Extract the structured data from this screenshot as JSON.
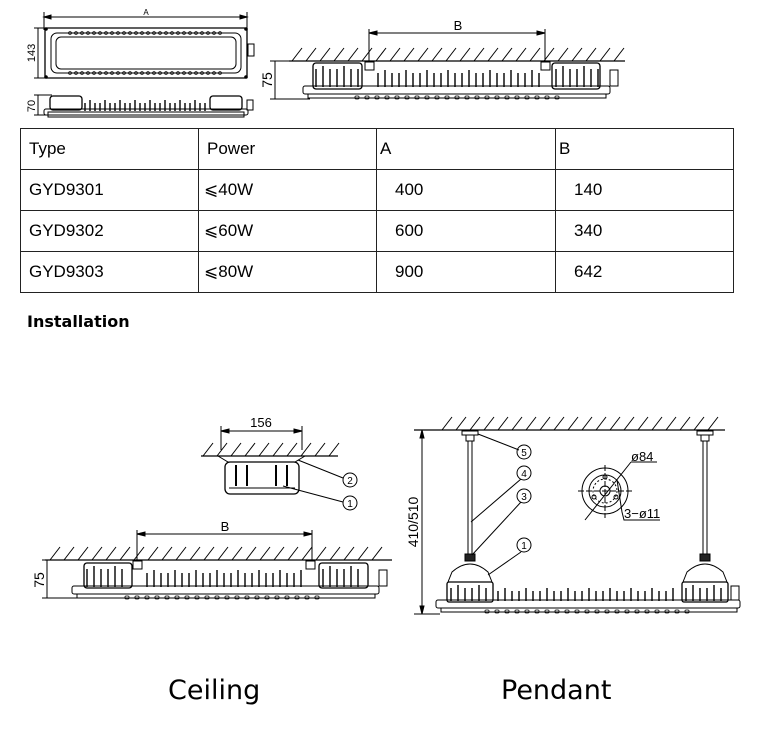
{
  "top_views": {
    "plan_view": {
      "dim_length_label": "A",
      "dim_width_label": "143"
    },
    "side_view": {
      "dim_height_label": "70"
    },
    "ceiling_mount_view": {
      "dim_spacing_label": "B",
      "dim_height_label": "75"
    }
  },
  "spec_table": {
    "headers": [
      "Type",
      "Power",
      "A",
      "B"
    ],
    "rows": [
      {
        "type": "GYD9301",
        "power": "⩽40W",
        "a": "400",
        "b": "140"
      },
      {
        "type": "GYD9302",
        "power": "⩽60W",
        "a": "600",
        "b": "340"
      },
      {
        "type": "GYD9303",
        "power": "⩽80W",
        "a": "900",
        "b": "642"
      }
    ]
  },
  "installation": {
    "section_title": "Installation",
    "ceiling": {
      "caption": "Ceiling",
      "bracket_width_label": "156",
      "spacing_label": "B",
      "height_label": "75",
      "callouts": [
        "2",
        "1"
      ]
    },
    "pendant": {
      "caption": "Pendant",
      "height_label": "410/510",
      "flange_diameter_label": "ø84",
      "hole_label": "3−ø11",
      "callouts": [
        "5",
        "4",
        "3",
        "1"
      ]
    }
  }
}
